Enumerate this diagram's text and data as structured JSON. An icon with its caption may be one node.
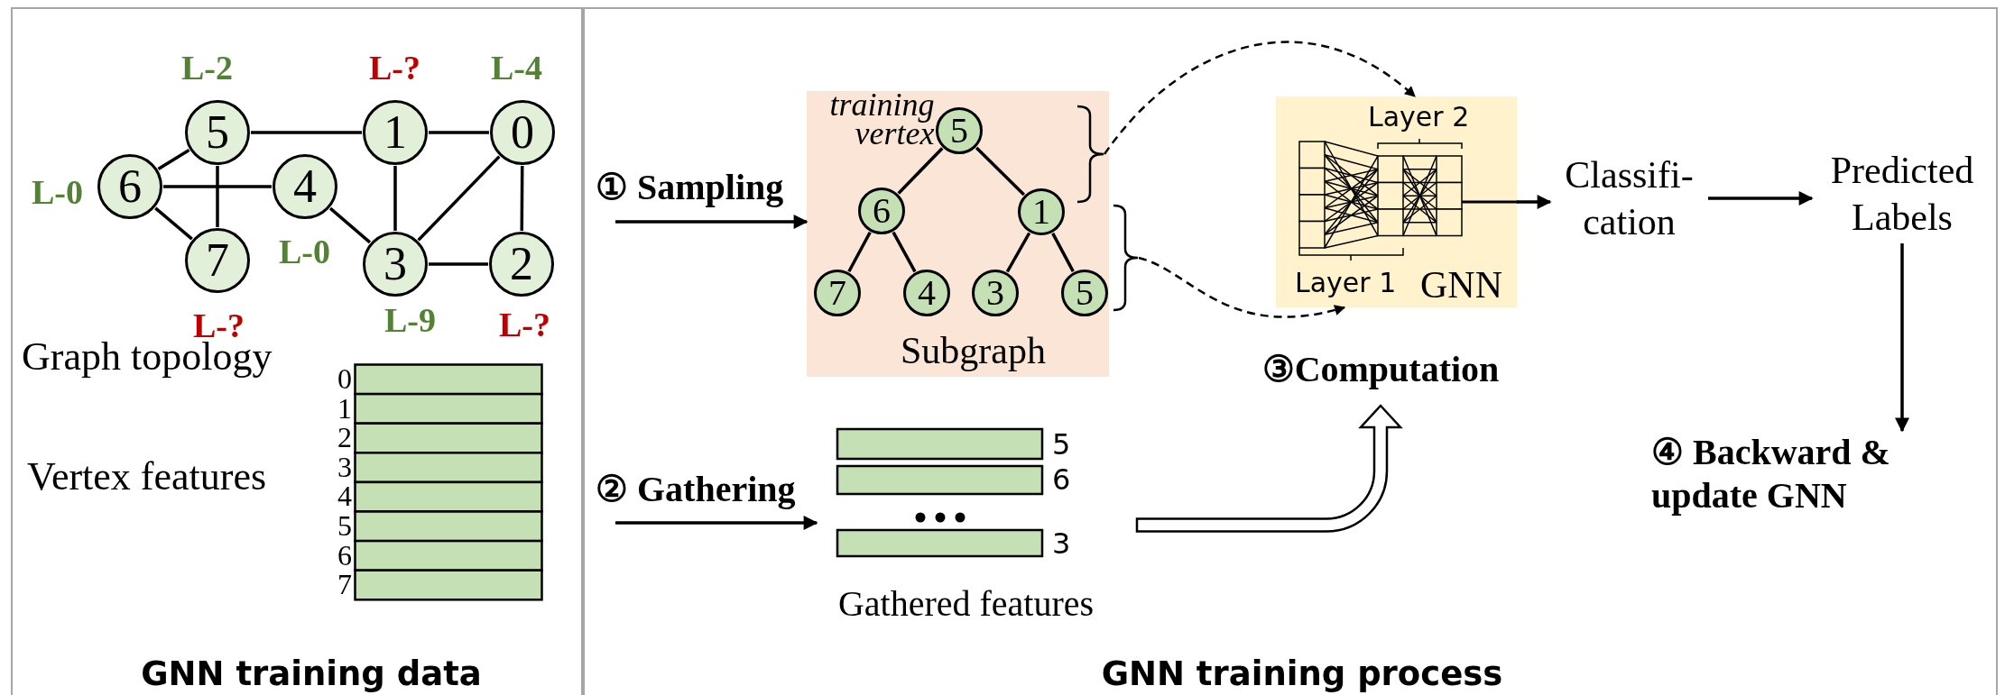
{
  "diagram": {
    "nodes": [
      {
        "text": [
          "GNN training data"
        ]
      },
      {
        "text": [
          "GNN training process"
        ]
      },
      {
        "text": [
          "5"
        ],
        "in": 0,
        "beside": [
          "L-2"
        ]
      },
      {
        "text": [
          "1"
        ],
        "in": 0,
        "beside": [
          "L-?"
        ]
      },
      {
        "text": [
          "0"
        ],
        "in": 0,
        "beside": [
          "L-4"
        ]
      },
      {
        "text": [
          "6"
        ],
        "in": 0,
        "beside": [
          "L-0"
        ]
      },
      {
        "text": [
          "4"
        ],
        "in": 0,
        "beside": [
          "L-0"
        ]
      },
      {
        "text": [
          "7"
        ],
        "in": 0,
        "beside": [
          "L-?"
        ]
      },
      {
        "text": [
          "3"
        ],
        "in": 0,
        "beside": [
          "L-9"
        ]
      },
      {
        "text": [
          "2"
        ],
        "in": 0,
        "beside": [
          "L-?"
        ]
      },
      {
        "text": [
          "Subgraph"
        ],
        "in": 1
      },
      {
        "text": [
          "5"
        ],
        "in": 10,
        "beside": [
          "training vertex"
        ]
      },
      {
        "text": [
          "6"
        ],
        "in": 10
      },
      {
        "text": [
          "1"
        ],
        "in": 10
      },
      {
        "text": [
          "7"
        ],
        "in": 10
      },
      {
        "text": [
          "4"
        ],
        "in": 10
      },
      {
        "text": [
          "3"
        ],
        "in": 10
      },
      {
        "text": [
          "5"
        ],
        "in": 10
      },
      {
        "text": [],
        "shape": "bracket",
        "in": 10
      },
      {
        "text": [],
        "shape": "bracket",
        "in": 1
      },
      {
        "text": [
          "Layer 2",
          "Layer 1",
          "GNN"
        ],
        "in": 1
      },
      {
        "text": [
          "Classifi- cation"
        ],
        "in": 1
      },
      {
        "text": [
          "Predicted Labels"
        ],
        "in": 1
      },
      {
        "text": [
          "③Computation"
        ],
        "in": 1
      },
      {
        "text": [
          "Gathered features"
        ],
        "in": 1
      },
      {
        "text": [
          "④ Backward & update GNN"
        ],
        "in": 1
      }
    ],
    "edges": [
      {
        "from": 2,
        "to": 3,
        "arrow": "none"
      },
      {
        "from": 3,
        "to": 4,
        "arrow": "none"
      },
      {
        "from": 2,
        "to": 5,
        "arrow": "none"
      },
      {
        "from": 5,
        "to": 6,
        "arrow": "none"
      },
      {
        "from": 2,
        "to": 7,
        "arrow": "none"
      },
      {
        "from": 5,
        "to": 7,
        "arrow": "none"
      },
      {
        "from": 6,
        "to": 8,
        "arrow": "none"
      },
      {
        "from": 3,
        "to": 8,
        "arrow": "none"
      },
      {
        "from": 4,
        "to": 8,
        "arrow": "none"
      },
      {
        "from": 4,
        "to": 9,
        "arrow": "none"
      },
      {
        "from": 8,
        "to": 9,
        "arrow": "none"
      },
      {
        "from": 11,
        "to": 12,
        "arrow": "none"
      },
      {
        "from": 11,
        "to": 13,
        "arrow": "none"
      },
      {
        "from": 12,
        "to": 14,
        "arrow": "none"
      },
      {
        "from": 12,
        "to": 15,
        "arrow": "none"
      },
      {
        "from": 13,
        "to": 16,
        "arrow": "none"
      },
      {
        "from": 13,
        "to": 17,
        "arrow": "none"
      },
      {
        "from": null,
        "to": 10,
        "arrow": "to",
        "label": "① Sampling"
      },
      {
        "from": null,
        "to": 24,
        "arrow": "to",
        "label": "② Gathering"
      },
      {
        "from": 18,
        "to": 20,
        "arrow": "to",
        "style": "dashed"
      },
      {
        "from": 19,
        "to": 20,
        "arrow": "to",
        "style": "dashed"
      },
      {
        "from": 24,
        "to": 23,
        "arrow": "to",
        "style": "thick"
      },
      {
        "from": 20,
        "to": 21,
        "arrow": "to"
      },
      {
        "from": 21,
        "to": 22,
        "arrow": "to"
      },
      {
        "from": 22,
        "to": 25,
        "arrow": "to"
      }
    ],
    "labels": [
      "Graph topology",
      "Vertex features",
      "0",
      "1",
      "2",
      "3",
      "4",
      "5",
      "6",
      "7",
      "5",
      "6",
      "3"
    ]
  }
}
